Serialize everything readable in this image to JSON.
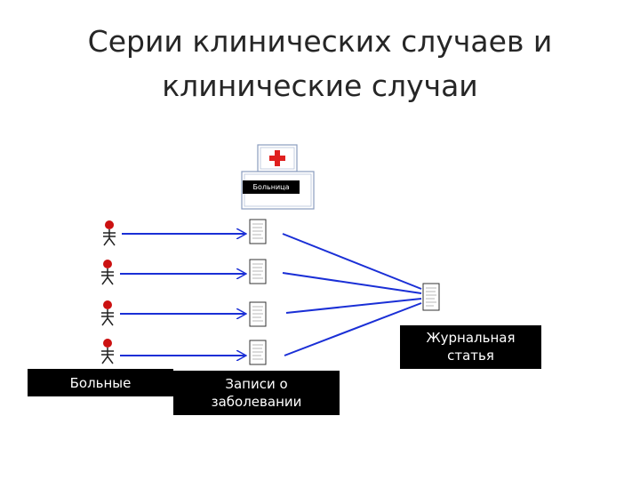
{
  "title": {
    "line1": "Серии клинических случаев и",
    "line2": "клинические случаи"
  },
  "hospital": {
    "label": "Больница",
    "icon": "red-cross-icon",
    "cross_color": "#e0201f"
  },
  "labels": {
    "patients": "Больные",
    "records_line1": "Записи о",
    "records_line2": "заболевании",
    "article_line1": "Журнальная",
    "article_line2": "статья"
  },
  "colors": {
    "arrow": "#1a2fd6",
    "head": "#cc1111",
    "box_border": "#8a9cbf"
  },
  "patient_count": 4
}
